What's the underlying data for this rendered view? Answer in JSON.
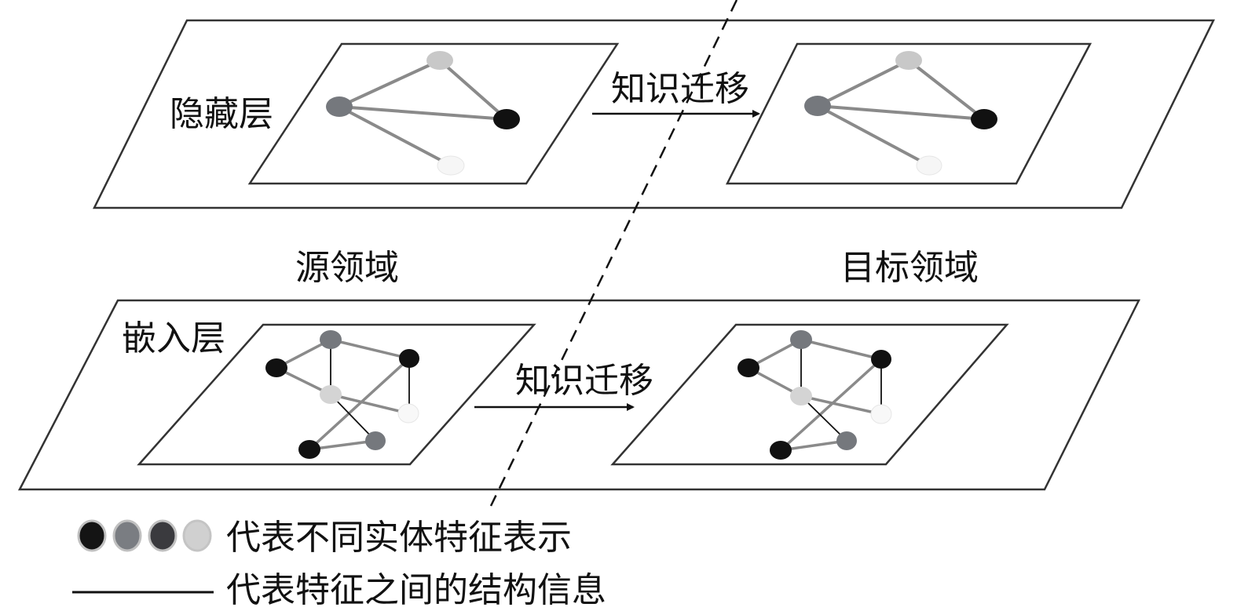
{
  "labels": {
    "hidden_layer": "隐藏层",
    "embedding_layer": "嵌入层",
    "source_domain": "源领域",
    "target_domain": "目标领域",
    "transfer_top": "知识迁移",
    "transfer_bottom": "知识迁移"
  },
  "legend": {
    "nodes_text": "代表不同实体特征表示",
    "edge_text": "代表特征之间的结构信息",
    "node_colors": [
      "#141414",
      "#7a7d82",
      "#3a3a3e",
      "#d0d0d0"
    ]
  },
  "colors": {
    "node_black": "#111111",
    "node_gray": "#75787d",
    "node_light": "#c8c8c8",
    "node_white": "#f6f6f6",
    "edge_gray": "#8a8a8a",
    "edge_black": "#111111"
  }
}
